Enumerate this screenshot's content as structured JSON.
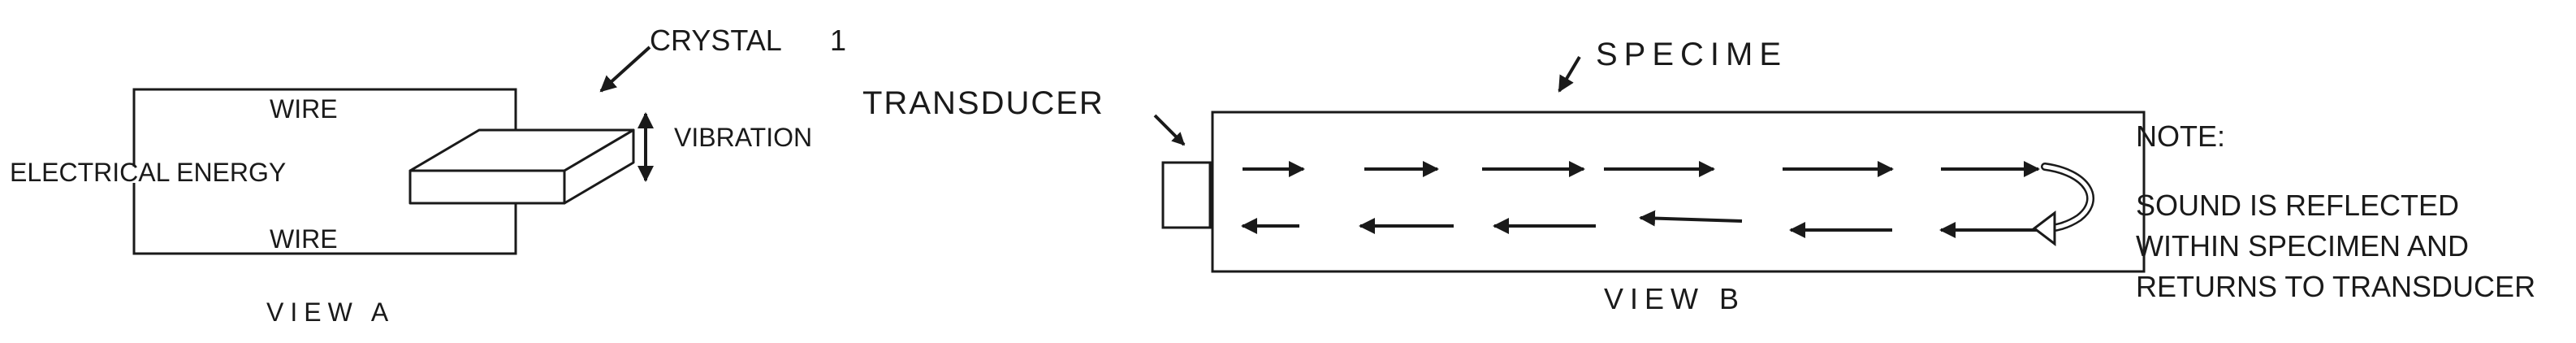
{
  "view_a": {
    "crystal_label": "CRYSTAL",
    "crystal_note": "1",
    "wire_top_label": "WIRE",
    "wire_bottom_label": "WIRE",
    "energy_label": "ELECTRICAL ENERGY",
    "vibration_label": "VIBRATION",
    "caption": "VIEW  A"
  },
  "view_b": {
    "transducer_label": "TRANSDUCER",
    "specimen_label": "SPECIME",
    "caption": "VIEW  B"
  },
  "note": {
    "heading": "NOTE:",
    "lines": [
      "SOUND IS REFLECTED",
      "WITHIN SPECIMEN AND",
      "RETURNS TO TRANSDUCER"
    ]
  },
  "colors": {
    "ink": "#1a1a1a",
    "background": "#ffffff"
  }
}
